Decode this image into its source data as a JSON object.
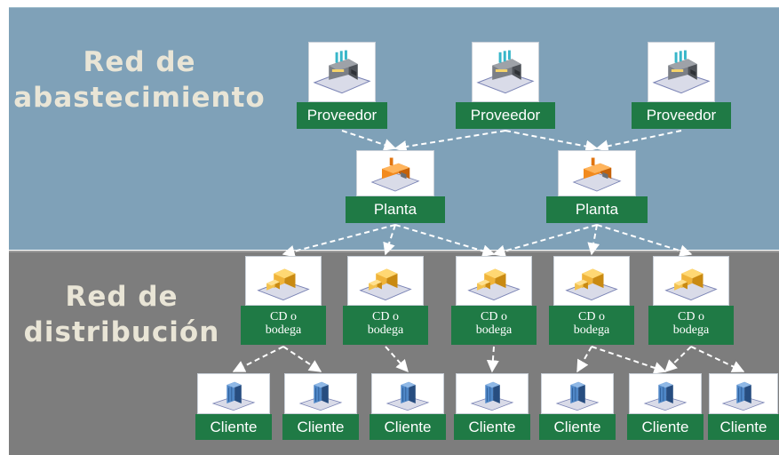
{
  "sections": {
    "supply": [
      "Red de",
      "abastecimiento"
    ],
    "distribution": [
      "Red de",
      "distribución"
    ]
  },
  "nodes": {
    "suppliers": [
      {
        "id": "s1",
        "label": "Proveedor"
      },
      {
        "id": "s2",
        "label": "Proveedor"
      },
      {
        "id": "s3",
        "label": "Proveedor"
      }
    ],
    "plants": [
      {
        "id": "p1",
        "label": "Planta"
      },
      {
        "id": "p2",
        "label": "Planta"
      }
    ],
    "warehouses": [
      {
        "id": "w1",
        "label": [
          "CD o",
          "bodega"
        ]
      },
      {
        "id": "w2",
        "label": [
          "CD o",
          "bodega"
        ]
      },
      {
        "id": "w3",
        "label": [
          "CD o",
          "bodega"
        ]
      },
      {
        "id": "w4",
        "label": [
          "CD o",
          "bodega"
        ]
      },
      {
        "id": "w5",
        "label": [
          "CD o",
          "bodega"
        ]
      }
    ],
    "customers": [
      {
        "id": "c1",
        "label": "Cliente"
      },
      {
        "id": "c2",
        "label": "Cliente"
      },
      {
        "id": "c3",
        "label": "Cliente"
      },
      {
        "id": "c4",
        "label": "Cliente"
      },
      {
        "id": "c5",
        "label": "Cliente"
      },
      {
        "id": "c6",
        "label": "Cliente"
      },
      {
        "id": "c7",
        "label": "Cliente"
      }
    ]
  },
  "links": [
    [
      "s1",
      "p1"
    ],
    [
      "s2",
      "p1"
    ],
    [
      "s2",
      "p2"
    ],
    [
      "s3",
      "p2"
    ],
    [
      "p1",
      "w1"
    ],
    [
      "p1",
      "w2"
    ],
    [
      "p1",
      "w3"
    ],
    [
      "p2",
      "w3"
    ],
    [
      "p2",
      "w4"
    ],
    [
      "p2",
      "w5"
    ],
    [
      "w1",
      "c1"
    ],
    [
      "w1",
      "c2"
    ],
    [
      "w2",
      "c3"
    ],
    [
      "w3",
      "c4"
    ],
    [
      "w4",
      "c5"
    ],
    [
      "w4",
      "c6"
    ],
    [
      "w5",
      "c6"
    ],
    [
      "w5",
      "c7"
    ]
  ],
  "colors": {
    "supply_band": "#7fa1b8",
    "distribution_band": "#7d7d7d",
    "label_fill": "#1f7a45",
    "label_text": "#ffffff",
    "title_text": "#e9e5d6",
    "arrow": "#ffffff"
  },
  "icons": {
    "supplier": "factory-icon",
    "plant": "plant-icon",
    "warehouse": "warehouse-icon",
    "customer": "customer-building-icon"
  }
}
